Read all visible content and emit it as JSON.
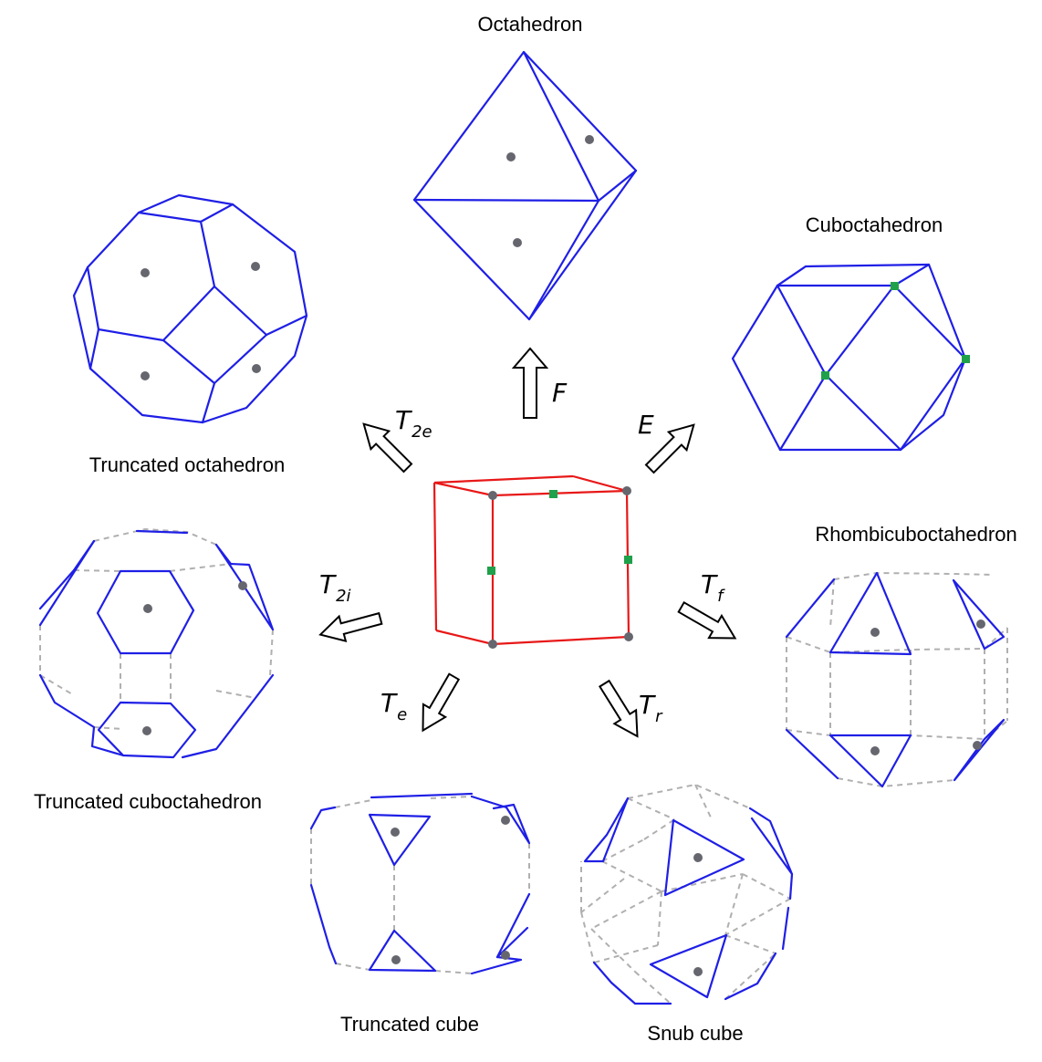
{
  "labels": {
    "octahedron": "Octahedron",
    "cuboctahedron": "Cuboctahedron",
    "truncated_octahedron": "Truncated octahedron",
    "rhombicuboctahedron": "Rhombicuboctahedron",
    "truncated_cuboctahedron": "Truncated cuboctahedron",
    "truncated_cube": "Truncated cube",
    "snub_cube": "Snub cube"
  },
  "operations": {
    "F": {
      "main": "F",
      "sub": ""
    },
    "E": {
      "main": "E",
      "sub": ""
    },
    "T2e": {
      "main": "T",
      "sub": "2e"
    },
    "T2i": {
      "main": "T",
      "sub": "2i"
    },
    "Tf": {
      "main": "T",
      "sub": "f"
    },
    "Te": {
      "main": "T",
      "sub": "e"
    },
    "Tr": {
      "main": "T",
      "sub": "r"
    }
  },
  "colors": {
    "edges": "#1f1fe6",
    "hidden_edges": "#b0b0b0",
    "cube": "#e81818",
    "vertex_marker": "#66666f",
    "edge_marker": "#1fa04a"
  }
}
